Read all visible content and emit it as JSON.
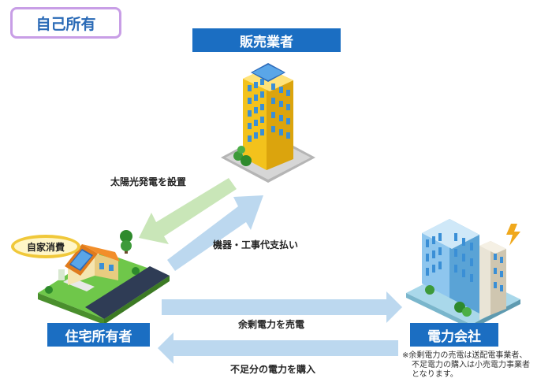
{
  "title": "自己所有",
  "nodes": {
    "seller": "販売業者",
    "owner": "住宅所有者",
    "utility": "電力会社",
    "self_consumption": "自家消費"
  },
  "flows": {
    "install": "太陽光発電を設置",
    "payment": "機器・工事代支払い",
    "sell_surplus": "余剰電力を売電",
    "buy_shortfall": "不足分の電力を購入"
  },
  "footnote": {
    "line1": "※余剰電力の売電は送配電事業者、",
    "line2": "不足電力の購入は小売電力事業者",
    "line3": "となります。"
  },
  "colors": {
    "label_blue": "#1b6ec2",
    "arrow_green": "#c9e6b8",
    "arrow_blue": "#bcd8ef",
    "badge_border": "#c89ee6",
    "building_yellow": "#f3c21c"
  }
}
